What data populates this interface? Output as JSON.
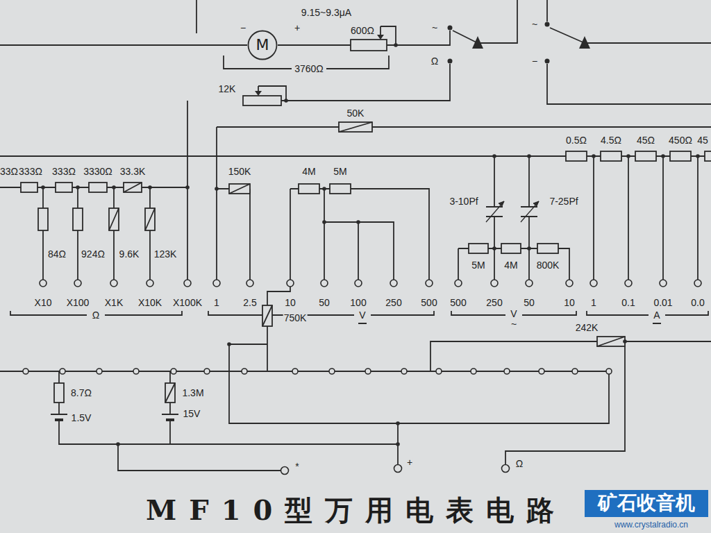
{
  "diagram": {
    "title": "MF10型万用电表电路",
    "nodes": [
      {
        "text": [
          "M"
        ]
      },
      {
        "text": [
          "矿石收音机"
        ]
      }
    ],
    "labels": [
      "9.15~9.3μA",
      "−",
      "+",
      "600Ω",
      "3760Ω",
      "~",
      "Ω",
      "~",
      "−",
      "12K",
      "50K",
      "0.5Ω",
      "4.5Ω",
      "45Ω",
      "450Ω",
      "45",
      "33Ω",
      "333Ω",
      "333Ω",
      "3330Ω",
      "33.3K",
      "84Ω",
      "924Ω",
      "9.6K",
      "123K",
      "X10",
      "X100",
      "X1K",
      "X10K",
      "X100K",
      "Ω",
      "150K",
      "4M",
      "5M",
      "1",
      "2.5",
      "10",
      "50",
      "100",
      "250",
      "500",
      "V",
      "750K",
      "3-10Pf",
      "7-25Pf",
      "5M",
      "4M",
      "800K",
      "500",
      "250",
      "50",
      "10",
      "V",
      "~",
      "1",
      "0.1",
      "0.01",
      "0.0",
      "A",
      "242K",
      "8.7Ω",
      "1.5V",
      "1.3M",
      "15V",
      "*",
      "+",
      "Ω",
      "www.crystalradio.cn"
    ]
  }
}
